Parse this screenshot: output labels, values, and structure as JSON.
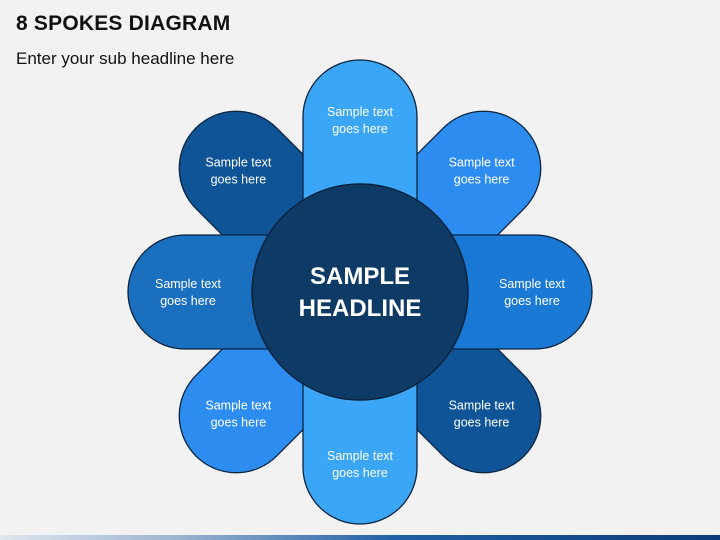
{
  "header": {
    "title": "8 SPOKES DIAGRAM",
    "subtitle": "Enter your sub headline here"
  },
  "diagram": {
    "center_label_line1": "SAMPLE",
    "center_label_line2": "HEADLINE",
    "center_color": "#0e3b66",
    "spokes": [
      {
        "id": "top",
        "line1": "Sample text",
        "line2": "goes here",
        "color": "#3ba6f5"
      },
      {
        "id": "top-right",
        "line1": "Sample text",
        "line2": "goes here",
        "color": "#2d8cf0"
      },
      {
        "id": "right",
        "line1": "Sample text",
        "line2": "goes here",
        "color": "#1a79d4"
      },
      {
        "id": "bottom-right",
        "line1": "Sample text",
        "line2": "goes here",
        "color": "#0f5496"
      },
      {
        "id": "bottom",
        "line1": "Sample text",
        "line2": "goes here",
        "color": "#3ba6f5"
      },
      {
        "id": "bottom-left",
        "line1": "Sample text",
        "line2": "goes here",
        "color": "#2d8cf0"
      },
      {
        "id": "left",
        "line1": "Sample text",
        "line2": "goes here",
        "color": "#1a6fbf"
      },
      {
        "id": "top-left",
        "line1": "Sample text",
        "line2": "goes here",
        "color": "#0f5496"
      }
    ]
  }
}
